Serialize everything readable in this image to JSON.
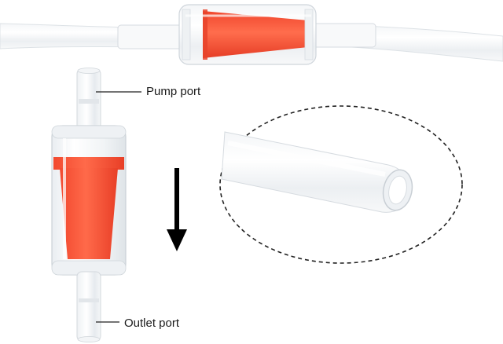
{
  "labels": {
    "pump_port": "Pump port",
    "outlet_port": "Outlet port"
  },
  "colors": {
    "valve_insert": "#ff5a3c",
    "valve_insert_dark": "#e8432a",
    "tube_outline": "#d8dde2",
    "arrow": "#000000",
    "callout_ring": "#222222"
  },
  "icons": {
    "direction": "down-arrow-icon",
    "detail": "dashed-ellipse-callout"
  }
}
